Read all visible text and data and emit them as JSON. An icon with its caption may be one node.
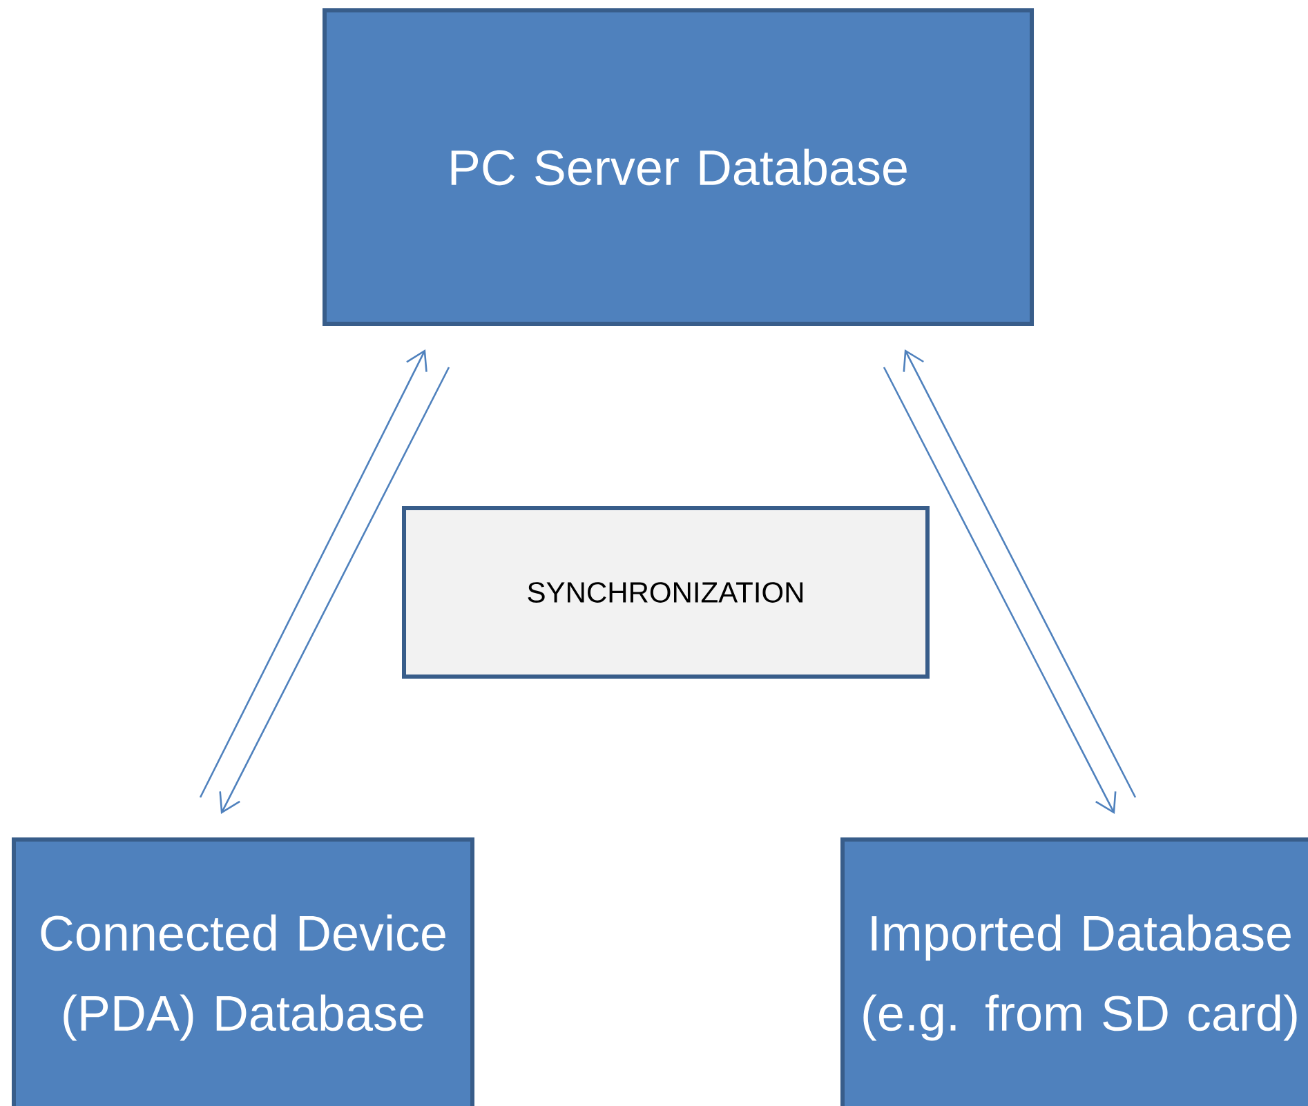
{
  "diagram": {
    "nodes": [
      {
        "text": [
          "PC Server Database"
        ]
      },
      {
        "text": [
          "SYNCHRONIZATION"
        ]
      },
      {
        "text": [
          "Connected Device (PDA) Database"
        ]
      },
      {
        "text": [
          "Imported Database (e.g. from SD card)"
        ]
      }
    ],
    "edges": [
      {
        "from": 2,
        "to": 0,
        "arrow": "to"
      },
      {
        "from": 0,
        "to": 2,
        "arrow": "to"
      },
      {
        "from": 3,
        "to": 0,
        "arrow": "to"
      },
      {
        "from": 0,
        "to": 3,
        "arrow": "to"
      }
    ]
  }
}
